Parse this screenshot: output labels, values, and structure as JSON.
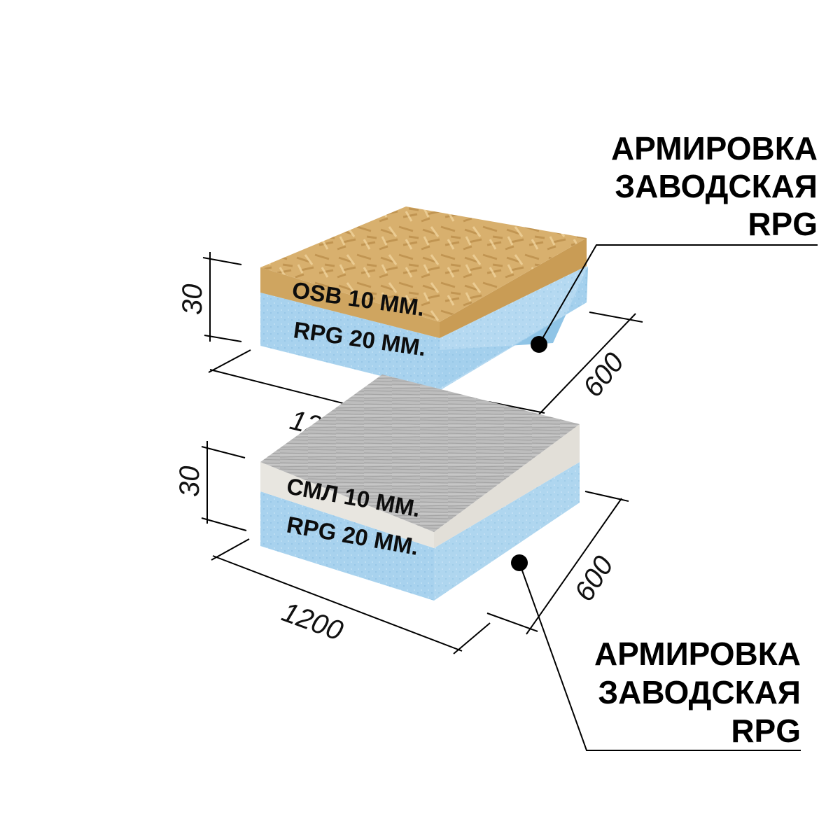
{
  "panels": [
    {
      "id": "osb",
      "top_layer_label": "OSB 10 ММ.",
      "base_layer_label": "RPG 20 ММ.",
      "thickness_label": "30",
      "length_label": "1200",
      "width_label": "600",
      "callout": [
        "АРМИРОВКА",
        "ЗАВОДСКАЯ",
        "RPG"
      ]
    },
    {
      "id": "sml",
      "top_layer_label": "СМЛ 10 ММ.",
      "base_layer_label": "RPG 20 ММ.",
      "thickness_label": "30",
      "length_label": "1200",
      "width_label": "600",
      "callout": [
        "АРМИРОВКА",
        "ЗАВОДСКАЯ",
        "RPG"
      ]
    }
  ],
  "colors": {
    "osb_top": "#d9b271",
    "osb_side": "#cfa55e",
    "sml_top": "#b9b9b9",
    "sml_side": "#e4e2dc",
    "foam_front": "#a9d3ee",
    "foam_side": "#8ec3e6"
  }
}
